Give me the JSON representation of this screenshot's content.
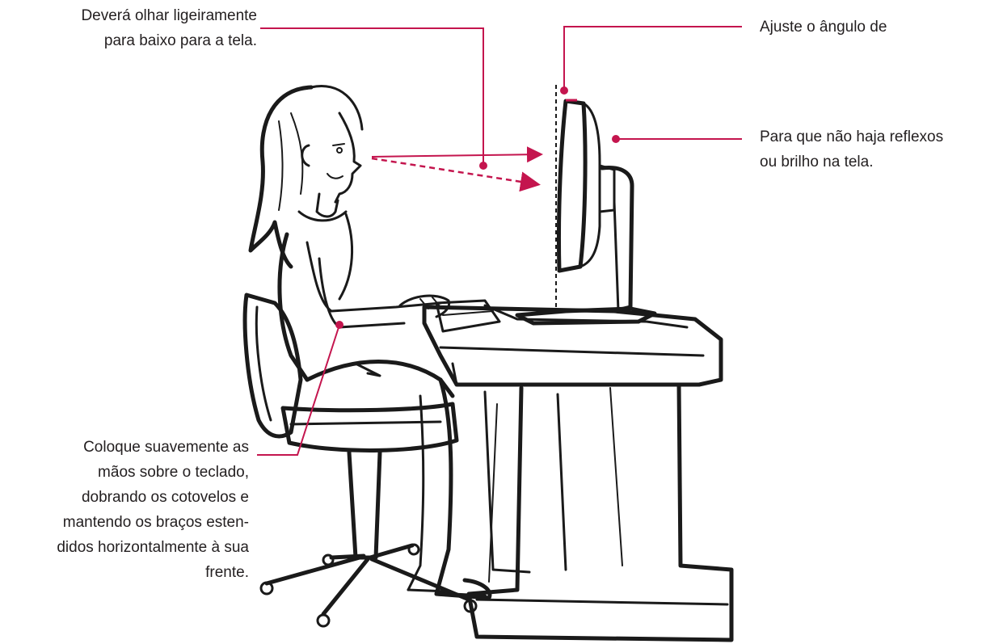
{
  "callouts": {
    "look_down": "Deverá olhar ligeiramente\npara baixo para a tela.",
    "adjust_angle": "Ajuste o ângulo de",
    "no_glare": "Para que não haja reflexos\nou brilho na tela.",
    "hands_keyboard": "Coloque suavemente as\nmãos sobre o teclado,\ndobrando os cotovelos e\nmantendo os braços esten-\ndidos horizontalmente à sua\nfrente."
  },
  "colors": {
    "accent": "#c4154e",
    "ink": "#1a1a1a",
    "text": "#231f20"
  }
}
